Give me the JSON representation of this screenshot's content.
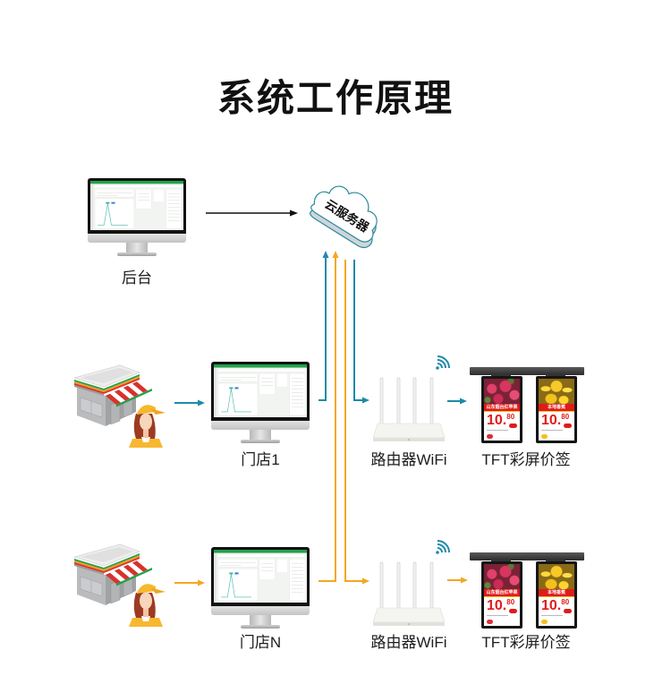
{
  "title": "系统工作原理",
  "nodes": {
    "backend": {
      "label": "后台"
    },
    "cloud": {
      "label": "云服务器"
    },
    "store1": {
      "label": "门店1"
    },
    "storeN": {
      "label": "门店N"
    },
    "router1": {
      "label": "路由器WiFi"
    },
    "routerN": {
      "label": "路由器WiFi"
    },
    "tags1": {
      "label": "TFT彩屏价签"
    },
    "tagsN": {
      "label": "TFT彩屏价签"
    }
  },
  "price_tags": [
    {
      "product": "山东烟台红苹果",
      "price_main": "10.",
      "price_cents": "80",
      "image": "apples"
    },
    {
      "product": "本地香蕉",
      "price_main": "10.",
      "price_cents": "80",
      "image": "bananas"
    }
  ],
  "colors": {
    "backend_flow": "#111111",
    "store1_flow": "#1f8aa8",
    "storeN_flow": "#f5a623",
    "cloud_outline": "#2b8a9c",
    "dashboard_header": "#22a14c",
    "price_red": "#e01b1b"
  }
}
